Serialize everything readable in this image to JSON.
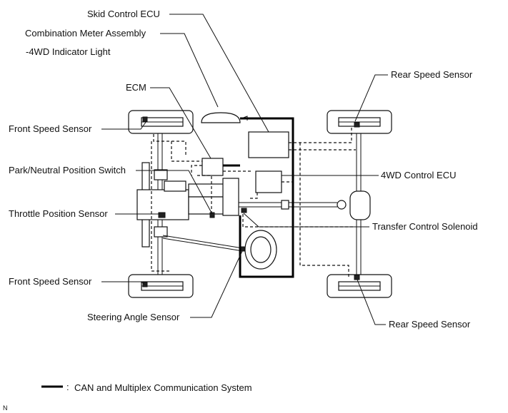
{
  "labels": {
    "skid_control_ecu": "Skid Control ECU",
    "combination_meter": "Combination Meter Assembly",
    "indicator_light": "-4WD Indicator Light",
    "rear_speed_sensor_top": "Rear Speed Sensor",
    "ecm": "ECM",
    "front_speed_sensor_top": "Front Speed Sensor",
    "park_neutral_switch": "Park/Neutral Position Switch",
    "fourwd_control_ecu": "4WD Control ECU",
    "throttle_position_sensor": "Throttle Position Sensor",
    "transfer_control_solenoid": "Transfer Control Solenoid",
    "front_speed_sensor_bottom": "Front Speed Sensor",
    "rear_speed_sensor_bottom": "Rear Speed Sensor",
    "steering_angle_sensor": "Steering Angle Sensor"
  },
  "legend": {
    "symbol_separator": ":",
    "text": "CAN and Multiplex Communication System"
  },
  "corner_mark": "N"
}
